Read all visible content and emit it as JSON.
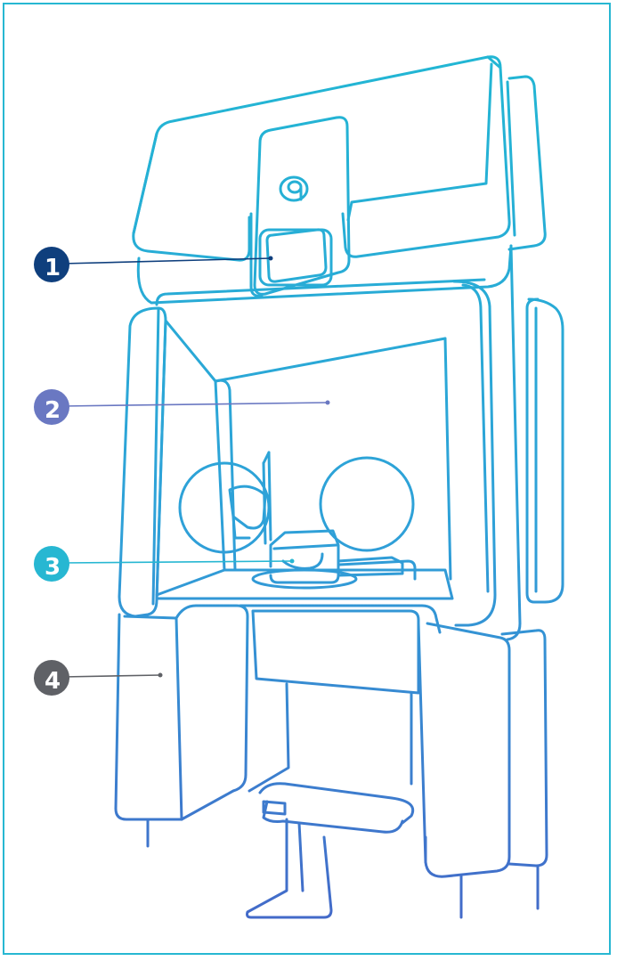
{
  "diagram": {
    "colors": {
      "frame": "#27b7d2",
      "line_top": "#22b6d4",
      "line_bottom": "#4468c8",
      "callout_1": "#0f3f7d",
      "callout_2": "#6a78c2",
      "callout_3": "#27b7d2",
      "callout_4": "#5f6166"
    },
    "logo_icon": "biosafety-logo-icon",
    "callouts": [
      {
        "number": "1",
        "target": "control-panel"
      },
      {
        "number": "2",
        "target": "work-chamber"
      },
      {
        "number": "3",
        "target": "work-platform"
      },
      {
        "number": "4",
        "target": "base-cabinet"
      }
    ]
  }
}
